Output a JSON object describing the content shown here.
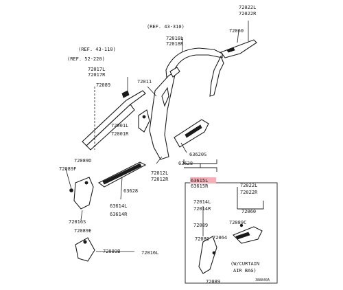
{
  "labels": {
    "p72022L_top": "72022L",
    "p72022R_top": "72022R",
    "p72060_top": "72060",
    "ref43_310": "(REF. 43-310)",
    "p72018L": "72018L",
    "p72018R": "72018R",
    "ref43_110": "(REF. 43-110)",
    "ref52_220": "(REF. 52-220)",
    "p72017L": "72017L",
    "p72017R": "72017R",
    "p72011": "72011",
    "p72089": "72089",
    "p72001L": "72001L",
    "p72001R": "72001R",
    "p63628": "63628",
    "p63620S": "63620S",
    "p63615L": "63615L",
    "p63615R": "63615R",
    "p72012L": "72012L",
    "p72012R": "72012R",
    "p72089D": "72089D",
    "p72089F": "72089F",
    "p63628_b": "63628",
    "p63614L": "63614L",
    "p63614R": "63614R",
    "p72016S": "72016S",
    "p72089E": "72089E",
    "p72089B": "72089B",
    "p72016L": "72016L",
    "in_72022L": "72022L",
    "in_72022R": "72022R",
    "in_72014L": "72014L",
    "in_72014R": "72014R",
    "in_72089": "72089",
    "in_72060": "72060",
    "in_72089C": "72089C",
    "in_72089_b": "72089",
    "in_72064": "72064",
    "in_72089_c": "72089",
    "curtain_1": "(W/CURTAIN",
    "curtain_2": "AIR BAG)",
    "fig_no": "388840A"
  },
  "colors": {
    "highlight": "#f4b0b8",
    "line": "#1a1a1a",
    "background": "#ffffff"
  }
}
